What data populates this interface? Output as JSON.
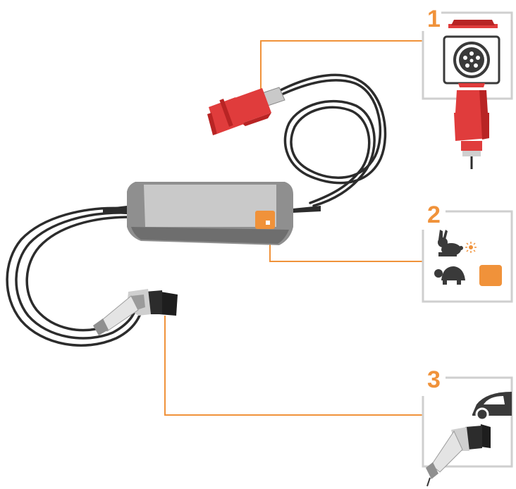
{
  "diagram": {
    "steps": [
      {
        "number": "1",
        "subject": "industrial-socket-and-plug"
      },
      {
        "number": "2",
        "subject": "charging-speed-selector"
      },
      {
        "number": "3",
        "subject": "vehicle-connector"
      }
    ],
    "colors": {
      "accent": "#f0923a",
      "plug_red": "#e03c3c",
      "plug_dark_red": "#b82424",
      "cable": "#2c2c2c",
      "box_body": "#8f8f8f",
      "box_panel": "#c9c9c9",
      "frame": "#cfcfcf",
      "icon_dark": "#3a3a3a",
      "connector_grey": "#9b9b9b"
    },
    "icons": [
      "cee-socket-icon",
      "cee-plug-icon",
      "rabbit-icon",
      "sun-icon",
      "turtle-icon",
      "speed-button-icon",
      "car-icon",
      "type2-connector-icon"
    ]
  }
}
